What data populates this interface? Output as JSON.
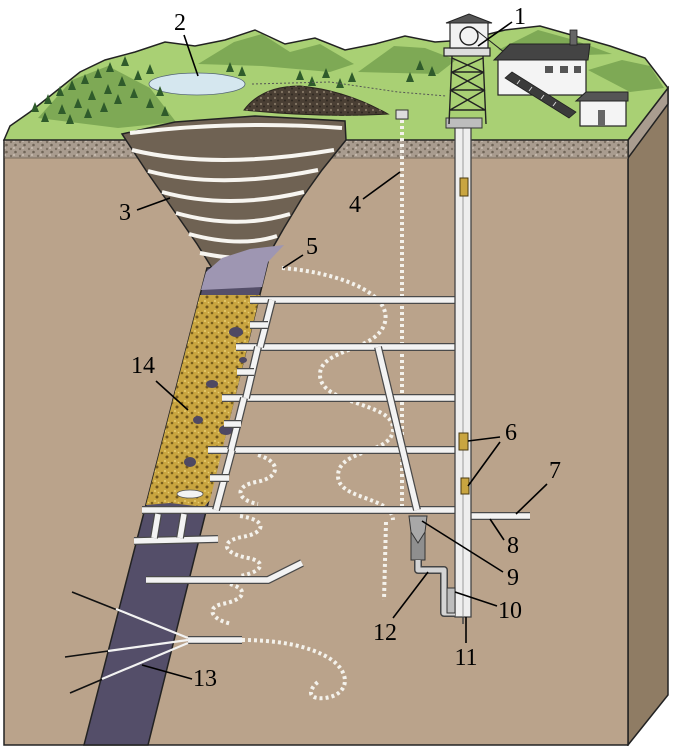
{
  "labels": [
    "1",
    "2",
    "3",
    "4",
    "5",
    "6",
    "7",
    "8",
    "9",
    "10",
    "11",
    "12",
    "13",
    "14"
  ],
  "colors": {
    "surface": "#a9d074",
    "hills": "#7ea955",
    "trees": "#2f5b2b",
    "lake": "#d5e7ef",
    "waste_pile": "#4a3f34",
    "ground_front": "#baa38b",
    "ground_side": "#8f7c64",
    "gravel": "#a99c8f",
    "pit": "#6f6253",
    "ore_body": "#544e69",
    "ore_body_top": "#9e96b2",
    "ore": "#c9a540"
  }
}
